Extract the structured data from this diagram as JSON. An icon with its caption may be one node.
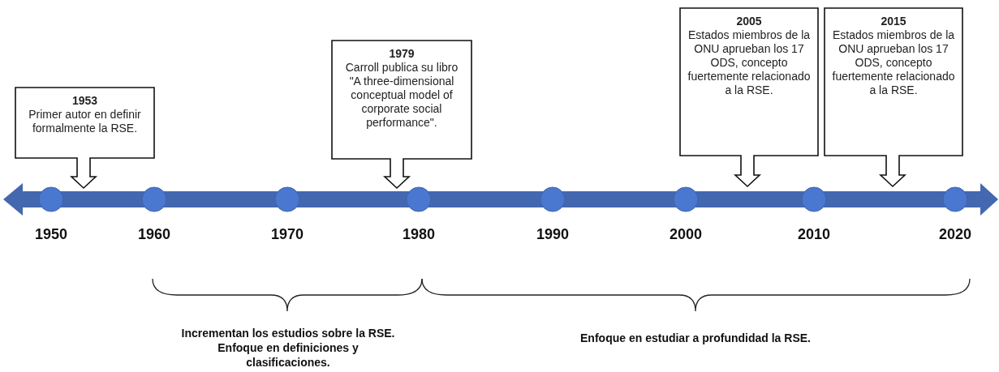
{
  "diagram": {
    "nodes": [
      {
        "text": [
          "1953",
          "Primer autor en definir formalmente la RSE."
        ]
      },
      {
        "text": [
          "1979",
          "Carroll publica su libro \"A three-dimensional conceptual model of corporate social performance\"."
        ]
      },
      {
        "text": [
          "2005",
          "Estados miembros de la ONU aprueban los 17 ODS, concepto fuertemente relacionado a la RSE."
        ]
      },
      {
        "text": [
          "2015",
          "Estados miembros de la ONU aprueban los 17 ODS, concepto fuertemente relacionado a la RSE."
        ]
      }
    ],
    "labels": [
      "1950",
      "1960",
      "1970",
      "1980",
      "1990",
      "2000",
      "2010",
      "2020",
      "Incrementan los estudios sobre la RSE.",
      "Enfoque en definiciones y clasificaciones.",
      "Enfoque en estudiar a profundidad la RSE."
    ]
  }
}
